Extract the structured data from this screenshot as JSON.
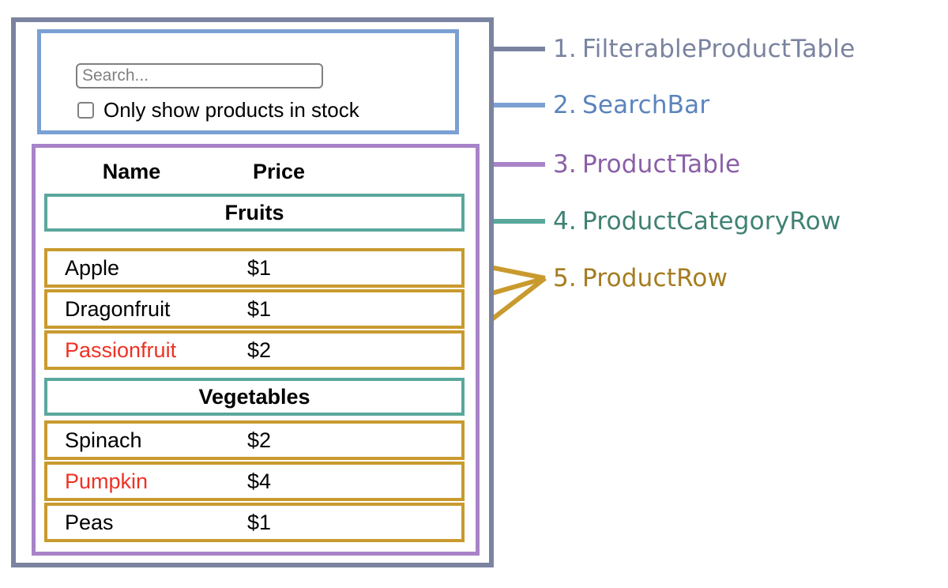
{
  "diagram": {
    "title_concept": "React component breakdown diagram",
    "colors": {
      "filterable_product_table": "#7a84a0",
      "search_bar": "#7ba0d4",
      "product_table": "#a883c8",
      "product_category_row": "#5aa79c",
      "product_row": "#c99a2e",
      "out_of_stock_text": "#ef3124",
      "text": "#000000",
      "placeholder": "#808080"
    },
    "annotations": [
      {
        "number": "1.",
        "label": "FilterableProductTable",
        "color": "#7a84a0"
      },
      {
        "number": "2.",
        "label": "SearchBar",
        "color": "#7ba0d4"
      },
      {
        "number": "3.",
        "label": "ProductTable",
        "color": "#a883c8"
      },
      {
        "number": "4.",
        "label": "ProductCategoryRow",
        "color": "#5aa79c"
      },
      {
        "number": "5.",
        "label": "ProductRow",
        "color": "#c99a2e"
      }
    ]
  },
  "search_bar": {
    "input_value": "",
    "input_placeholder": "Search...",
    "checkbox_label": "Only show products in stock",
    "checkbox_checked": false
  },
  "product_table": {
    "headers": {
      "name": "Name",
      "price": "Price"
    },
    "sections": [
      {
        "category": "Fruits",
        "products": [
          {
            "name": "Apple",
            "price": "$1",
            "stocked": true
          },
          {
            "name": "Dragonfruit",
            "price": "$1",
            "stocked": true
          },
          {
            "name": "Passionfruit",
            "price": "$2",
            "stocked": false
          }
        ]
      },
      {
        "category": "Vegetables",
        "products": [
          {
            "name": "Spinach",
            "price": "$2",
            "stocked": true
          },
          {
            "name": "Pumpkin",
            "price": "$4",
            "stocked": false
          },
          {
            "name": "Peas",
            "price": "$1",
            "stocked": true
          }
        ]
      }
    ]
  }
}
